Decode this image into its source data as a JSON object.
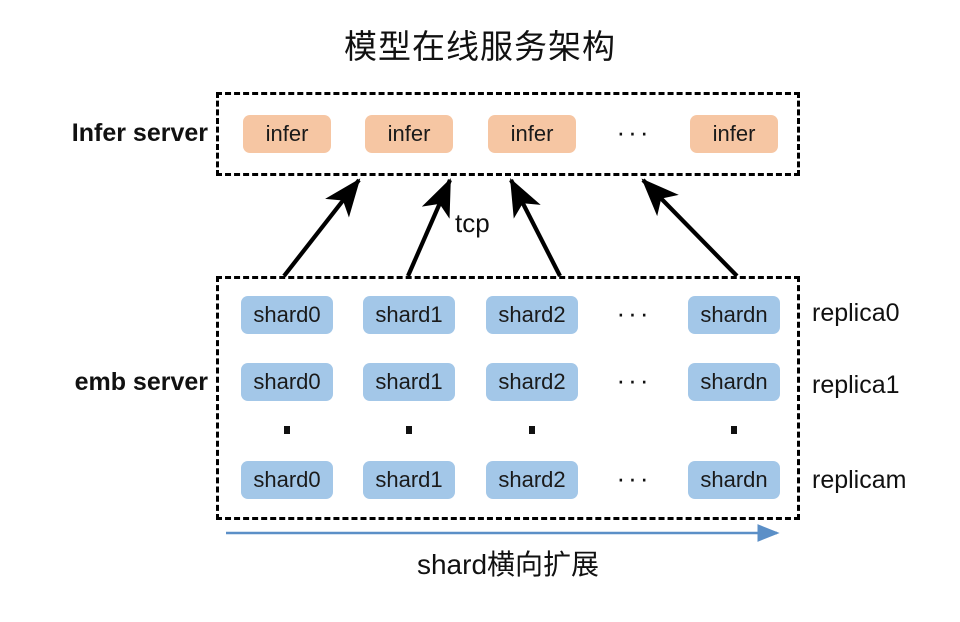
{
  "diagram": {
    "title": "模型在线服务架构",
    "connector_label": "tcp",
    "scale_caption": "shard横向扩展",
    "ellipsis": "···",
    "colors": {
      "infer_chip": "#f6c6a3",
      "shard_chip": "#a3c7e8",
      "arrow": "#000000",
      "scale_arrow": "#5b8fc7",
      "box_border": "#000000",
      "background": "#ffffff",
      "text": "#111111"
    },
    "tiers": [
      {
        "label": "Infer server",
        "name": "infer-server",
        "nodes": [
          {
            "label": "infer"
          },
          {
            "label": "infer"
          },
          {
            "label": "infer"
          },
          {
            "label": "infer"
          }
        ],
        "ellipsis_after_index": 2
      },
      {
        "label": "emb server",
        "name": "emb-server",
        "rows": [
          {
            "replica": "replica0",
            "nodes": [
              {
                "label": "shard0"
              },
              {
                "label": "shard1"
              },
              {
                "label": "shard2"
              },
              {
                "label": "shardn"
              }
            ],
            "ellipsis_after_index": 2
          },
          {
            "replica": "replica1",
            "nodes": [
              {
                "label": "shard0"
              },
              {
                "label": "shard1"
              },
              {
                "label": "shard2"
              },
              {
                "label": "shardn"
              }
            ],
            "ellipsis_after_index": 2
          },
          {
            "replica": "replicam",
            "nodes": [
              {
                "label": "shard0"
              },
              {
                "label": "shard1"
              },
              {
                "label": "shard2"
              },
              {
                "label": "shardn"
              }
            ],
            "ellipsis_after_index": 2
          }
        ]
      }
    ],
    "connections": [
      {
        "from": "emb-server",
        "to": "infer-server",
        "protocol": "tcp",
        "count": 4
      }
    ]
  }
}
